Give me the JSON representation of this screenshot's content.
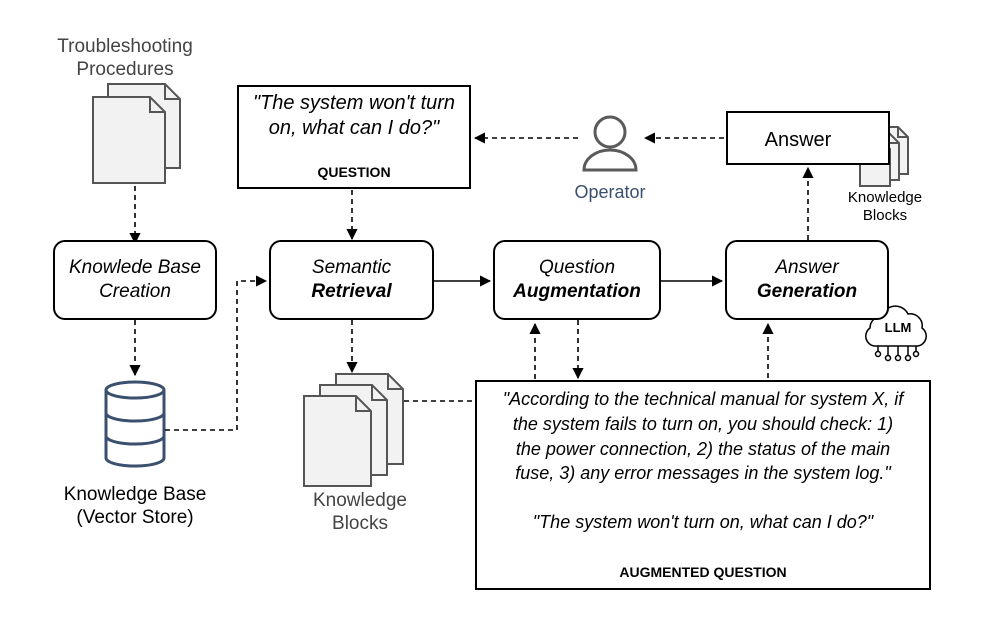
{
  "sources": {
    "troubleshooting_line1": "Troubleshooting",
    "troubleshooting_line2": "Procedures"
  },
  "kb_creation": {
    "line1": "Knowlede Base",
    "line2": "Creation"
  },
  "knowledge_base": {
    "line1": "Knowledge Base",
    "line2": "(Vector Store)"
  },
  "question": {
    "text_line1": "\"The system won't turn",
    "text_line2": "on, what can I do?\"",
    "caption": "QUESTION"
  },
  "semantic_retrieval": {
    "line1": "Semantic",
    "line2": "Retrieval"
  },
  "question_augmentation": {
    "line1": "Question",
    "line2": "Augmentation"
  },
  "answer_generation": {
    "line1": "Answer",
    "line2": "Generation"
  },
  "llm_badge": "LLM",
  "operator": {
    "label": "Operator"
  },
  "answer": {
    "label": "Answer"
  },
  "knowledge_blocks_bottom": {
    "line1": "Knowledge",
    "line2": "Blocks"
  },
  "knowledge_blocks_right": {
    "line1": "Knowledge",
    "line2": "Blocks"
  },
  "augmented_question": {
    "line1": "\"According to the technical manual for system X, if",
    "line2": "the system fails to turn on, you should check: 1)",
    "line3": "the power connection, 2) the status of the main",
    "line4": "fuse, 3) any error messages in the system log.\"",
    "line5": "\"The system won't turn on, what can I do?\"",
    "caption": "AUGMENTED QUESTION"
  },
  "colors": {
    "doc_fill": "#f2f2f2",
    "doc_stroke": "#555555",
    "database_stroke": "#3b4f6e",
    "operator_stroke": "#5a5a5a",
    "line": "#000000"
  }
}
